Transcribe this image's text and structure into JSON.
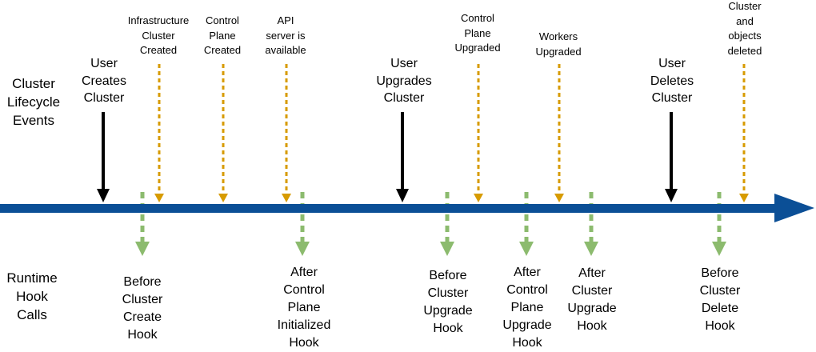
{
  "group_titles": {
    "lifecycle_events": "Cluster\nLifecycle\nEvents",
    "runtime_hooks": "Runtime\nHook\nCalls"
  },
  "user_events": [
    {
      "label": "User\nCreates\nCluster"
    },
    {
      "label": "User\nUpgrades\nCluster"
    },
    {
      "label": "User\nDeletes\nCluster"
    }
  ],
  "system_events": [
    {
      "label": "Infrastructure\nCluster\nCreated"
    },
    {
      "label": "Control\nPlane\nCreated"
    },
    {
      "label": "API\nserver is\navailable"
    },
    {
      "label": "Control\nPlane\nUpgraded"
    },
    {
      "label": "Workers\nUpgraded"
    },
    {
      "label": "Cluster\nand\nobjects\ndeleted"
    }
  ],
  "hooks": [
    {
      "label": "Before\nCluster\nCreate\nHook"
    },
    {
      "label": "After\nControl\nPlane\nInitialized\nHook"
    },
    {
      "label": "Before\nCluster\nUpgrade\nHook"
    },
    {
      "label": "After\nControl\nPlane\nUpgrade\nHook"
    },
    {
      "label": "After\nCluster\nUpgrade\nHook"
    },
    {
      "label": "Before\nCluster\nDelete\nHook"
    }
  ],
  "colors": {
    "timeline": "#0b4f96",
    "user_event": "#000000",
    "system_event": "#d79b00",
    "hook": "#8cbb6e"
  }
}
